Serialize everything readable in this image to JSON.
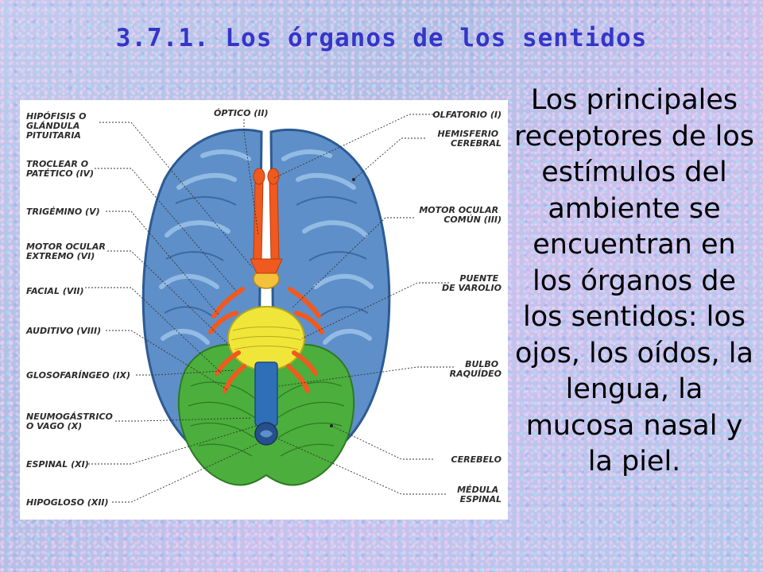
{
  "title": "3.7.1. Los órganos de los sentidos",
  "body_text": "Los principales receptores de los estímulos del ambiente se encuentran en los órganos de los sentidos: los ojos, los oídos, la lengua, la mucosa nasal y la piel.",
  "diagram": {
    "left_labels": [
      {
        "line1": "HIPÓFISIS O",
        "line2": "GLÁNDULA",
        "line3": "PITUITARIA"
      },
      {
        "line1": "TROCLEAR O",
        "line2": "PATÉTICO (IV)"
      },
      {
        "line1": "TRIGÉMINO (V)"
      },
      {
        "line1": "MOTOR OCULAR",
        "line2": "EXTREMO (VI)"
      },
      {
        "line1": "FACIAL (VII)"
      },
      {
        "line1": "AUDITIVO (VIII)"
      },
      {
        "line1": "GLOSOFARÍNGEO (IX)"
      },
      {
        "line1": "NEUMOGÁSTRICO",
        "line2": "O VAGO (X)"
      },
      {
        "line1": "ESPINAL (XI)"
      },
      {
        "line1": "HIPOGLOSO (XII)"
      }
    ],
    "top_label": "ÓPTICO (II)",
    "right_labels": [
      {
        "line1": "OLFATORIO (I)"
      },
      {
        "line1": "HEMISFERIO",
        "line2": "CEREBRAL"
      },
      {
        "line1": "MOTOR OCULAR",
        "line2": "COMÚN (III)"
      },
      {
        "line1": "PUENTE",
        "line2": "DE VAROLIO"
      },
      {
        "line1": "BULBO",
        "line2": "RAQUÍDEO"
      },
      {
        "line1": "CEREBELO"
      },
      {
        "line1": "MÉDULA",
        "line2": "ESPINAL"
      }
    ],
    "colors": {
      "cerebrum": "#5f8fc8",
      "cerebrum_light": "#8cb6e2",
      "cerebellum": "#4cae3c",
      "pons": "#f0e63a",
      "nerves": "#f05a1e",
      "medulla": "#2f6fb8",
      "pituitary": "#f3c23a"
    }
  }
}
